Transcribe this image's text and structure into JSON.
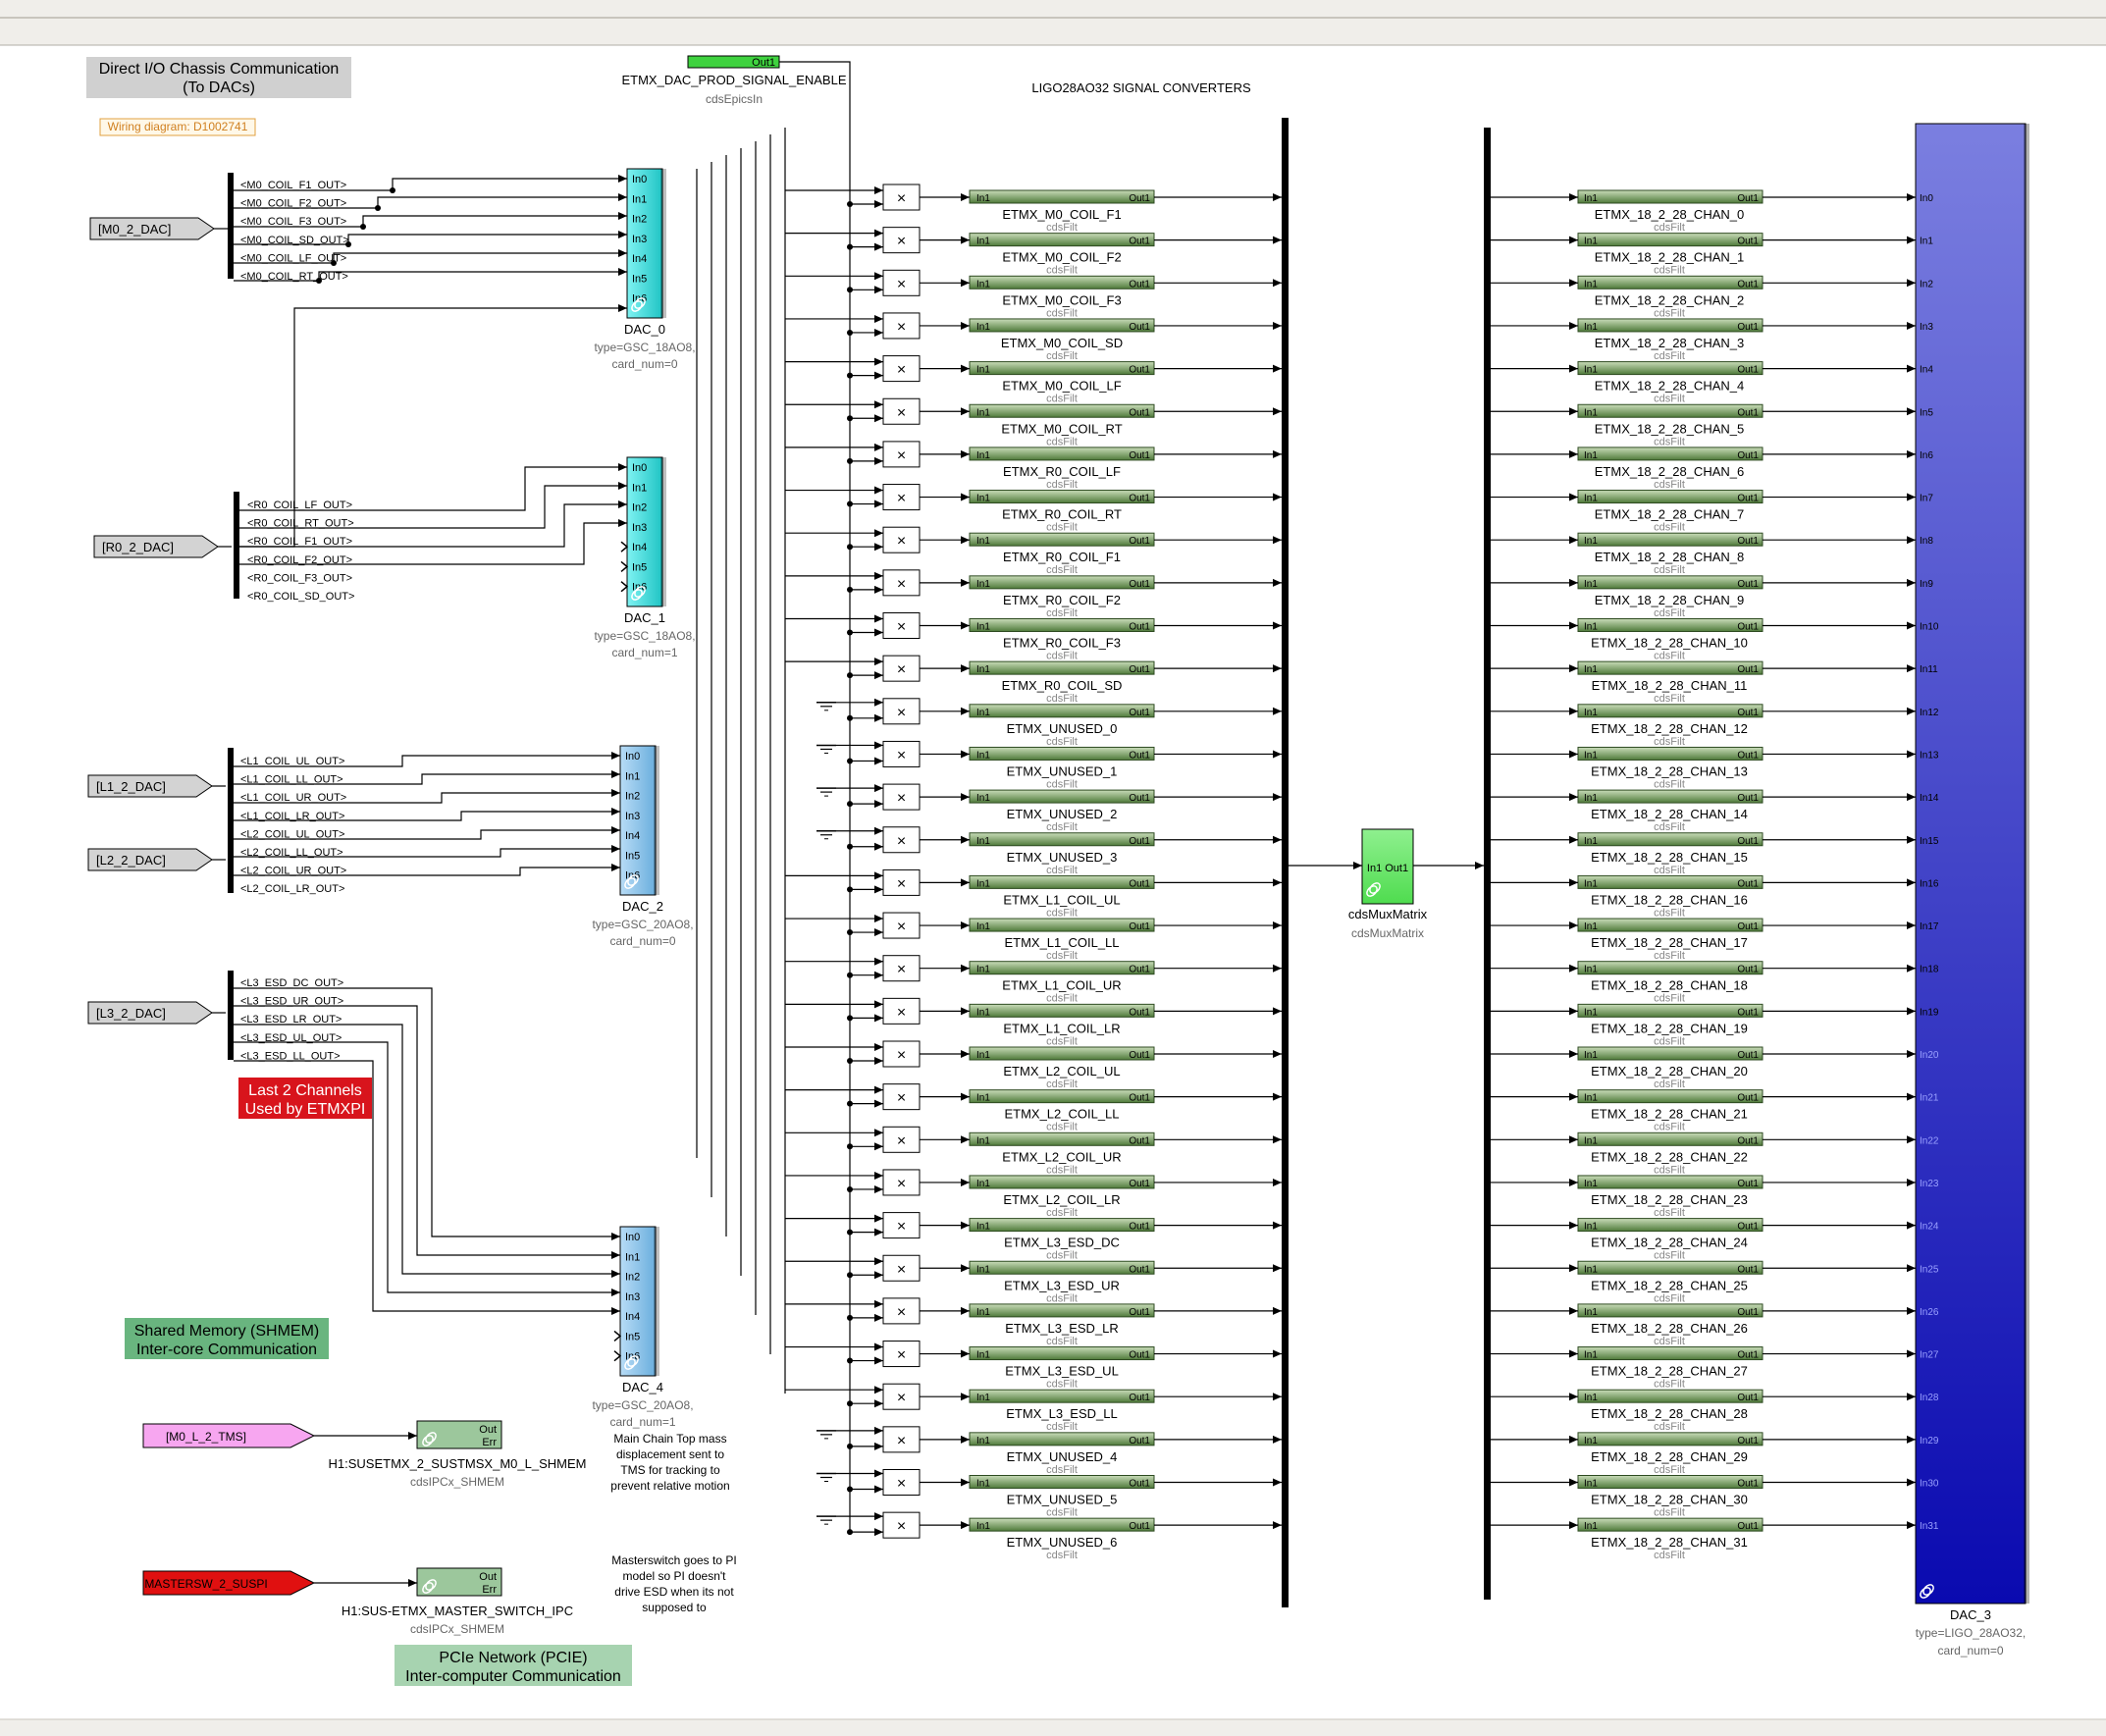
{
  "header": {
    "title_line1": "Direct I/O Chassis Communication",
    "title_line2": "(To DACs)",
    "wiring_diagram": "Wiring diagram: D1002741"
  },
  "enable_block": {
    "port": "Out1",
    "name": "ETMX_DAC_PROD_SIGNAL_ENABLE",
    "type": "cdsEpicsIn"
  },
  "converters_title": "LIGO28AO32 SIGNAL CONVERTERS",
  "goto_tags": {
    "m0": "[M0_2_DAC]",
    "r0": "[R0_2_DAC]",
    "l1": "[L1_2_DAC]",
    "l2": "[L2_2_DAC]",
    "l3": "[L3_2_DAC]"
  },
  "bus_signals": {
    "m0": [
      "<M0_COIL_F1_OUT>",
      "<M0_COIL_F2_OUT>",
      "<M0_COIL_F3_OUT>",
      "<M0_COIL_SD_OUT>",
      "<M0_COIL_LF_OUT>",
      "<M0_COIL_RT_OUT>"
    ],
    "r0": [
      "<R0_COIL_LF_OUT>",
      "<R0_COIL_RT_OUT>",
      "<R0_COIL_F1_OUT>",
      "<R0_COIL_F2_OUT>",
      "<R0_COIL_F3_OUT>",
      "<R0_COIL_SD_OUT>"
    ],
    "l12": [
      "<L1_COIL_UL_OUT>",
      "<L1_COIL_LL_OUT>",
      "<L1_COIL_UR_OUT>",
      "<L1_COIL_LR_OUT>",
      "<L2_COIL_UL_OUT>",
      "<L2_COIL_LL_OUT>",
      "<L2_COIL_UR_OUT>",
      "<L2_COIL_LR_OUT>"
    ],
    "l3": [
      "<L3_ESD_DC_OUT>",
      "<L3_ESD_UR_OUT>",
      "<L3_ESD_LR_OUT>",
      "<L3_ESD_UL_OUT>",
      "<L3_ESD_LL_OUT>"
    ]
  },
  "dac_blocks": [
    {
      "name": "DAC_0",
      "type": "type=GSC_18AO8,",
      "card": "card_num=0"
    },
    {
      "name": "DAC_1",
      "type": "type=GSC_18AO8,",
      "card": "card_num=1"
    },
    {
      "name": "DAC_2",
      "type": "type=GSC_20AO8,",
      "card": "card_num=0"
    },
    {
      "name": "DAC_4",
      "type": "type=GSC_20AO8,",
      "card": "card_num=1"
    }
  ],
  "dac_ports": [
    "In0",
    "In1",
    "In2",
    "In3",
    "In4",
    "In5",
    "In6"
  ],
  "dac4_ports": [
    "In0",
    "In1",
    "In2",
    "In3",
    "In4",
    "In5",
    "In6"
  ],
  "note_last2": [
    "Last 2 Channels",
    "Used by ETMXPI"
  ],
  "shmem_title": [
    "Shared Memory (SHMEM)",
    "Inter-core Communication"
  ],
  "pcie_title": [
    "PCIe Network (PCIE)",
    "Inter-computer Communication"
  ],
  "ipc_blocks": [
    {
      "tag": "[M0_L_2_TMS]",
      "name": "H1:SUSETMX_2_SUSTMSX_M0_L_SHMEM",
      "type": "cdsIPCx_SHMEM",
      "out": "Out",
      "err": "Err"
    },
    {
      "tag": "MASTERSW_2_SUSPI",
      "name": "H1:SUS-ETMX_MASTER_SWITCH_IPC",
      "type": "cdsIPCx_SHMEM",
      "out": "Out",
      "err": "Err"
    }
  ],
  "note_tms": [
    "Main Chain Top mass",
    "displacement sent to",
    "TMS for tracking to",
    "prevent relative motion"
  ],
  "note_master": [
    "Masterswitch goes to PI",
    "model so PI doesn't",
    "drive ESD when its not",
    "supposed to"
  ],
  "filter_port_in": "In1",
  "filter_port_out": "Out1",
  "filter_type": "cdsFilt",
  "filters": [
    "ETMX_M0_COIL_F1",
    "ETMX_M0_COIL_F2",
    "ETMX_M0_COIL_F3",
    "ETMX_M0_COIL_SD",
    "ETMX_M0_COIL_LF",
    "ETMX_M0_COIL_RT",
    "ETMX_R0_COIL_LF",
    "ETMX_R0_COIL_RT",
    "ETMX_R0_COIL_F1",
    "ETMX_R0_COIL_F2",
    "ETMX_R0_COIL_F3",
    "ETMX_R0_COIL_SD",
    "ETMX_UNUSED_0",
    "ETMX_UNUSED_1",
    "ETMX_UNUSED_2",
    "ETMX_UNUSED_3",
    "ETMX_L1_COIL_UL",
    "ETMX_L1_COIL_LL",
    "ETMX_L1_COIL_UR",
    "ETMX_L1_COIL_LR",
    "ETMX_L2_COIL_UL",
    "ETMX_L2_COIL_LL",
    "ETMX_L2_COIL_UR",
    "ETMX_L2_COIL_LR",
    "ETMX_L3_ESD_DC",
    "ETMX_L3_ESD_UR",
    "ETMX_L3_ESD_LR",
    "ETMX_L3_ESD_UL",
    "ETMX_L3_ESD_LL",
    "ETMX_UNUSED_4",
    "ETMX_UNUSED_5",
    "ETMX_UNUSED_6"
  ],
  "chan_prefix": "ETMX_18_2_28_CHAN_",
  "mux": {
    "ports": "In1 Out1",
    "name": "cdsMuxMatrix",
    "type": "cdsMuxMatrix"
  },
  "dac3": {
    "name": "DAC_3",
    "type": "type=LIGO_28AO32,",
    "card": "card_num=0"
  },
  "multiply_symbol": "×",
  "colors": {
    "filter_green": "#8fb27a",
    "dac_cyan": "#1fc4c4",
    "dac_blue": "#6aaedd",
    "dac3_top": "#7b7fe0",
    "dac3_bottom": "#0a0ab0",
    "mux_green": "#4fdc4f",
    "enable_green": "#3fd23f",
    "ipc_green": "#9cc79c",
    "note_red": "#d8141c",
    "shmem_bg": "#69b57f",
    "pcie_bg": "#a7d3b0",
    "tms_pink": "#f7a6f0",
    "master_red": "#e01010"
  }
}
